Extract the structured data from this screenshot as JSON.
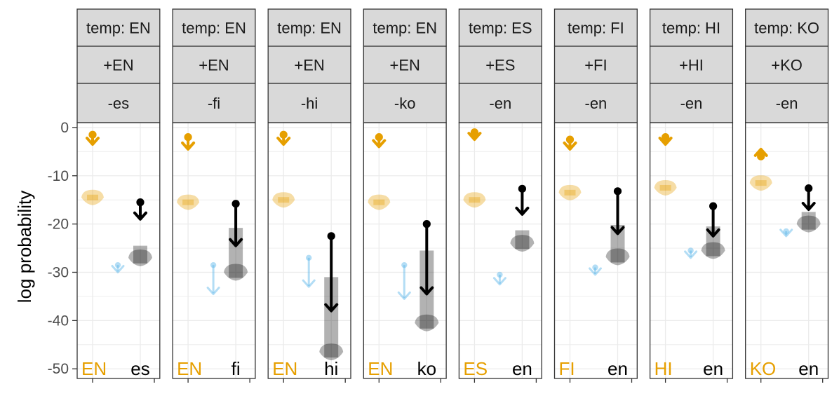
{
  "chart_data": {
    "type": "faceted-point-range",
    "ylabel": "log probability",
    "ylim": [
      -52,
      1
    ],
    "yticks": [
      0,
      -10,
      -20,
      -30,
      -40,
      -50
    ],
    "ytick_labels": [
      "0",
      "-10",
      "-20",
      "-30",
      "-40",
      "-50"
    ],
    "grid": true,
    "colors": {
      "template_lang": "#E69F00",
      "added_lang": "#56B4E9",
      "target_lang": "#000000",
      "strip_fill": "#d9d9d9",
      "strip_border": "#333333"
    },
    "panels": [
      {
        "strip": [
          "temp: EN",
          "+EN",
          "-es"
        ],
        "left_label": "EN",
        "right_label": "es",
        "tmpl_arrow": [
          -1.5,
          -3.5
        ],
        "tmpl_dist": -14.5,
        "blue": [
          -28.5,
          -30
        ],
        "black_arrow": [
          -15.5,
          -19
        ],
        "black_dist": -27,
        "black_bar_top": -24.5
      },
      {
        "strip": [
          "temp: EN",
          "+EN",
          "-fi"
        ],
        "left_label": "EN",
        "right_label": "fi",
        "tmpl_arrow": [
          -2,
          -4.5
        ],
        "tmpl_dist": -15.5,
        "blue": [
          -28.5,
          -34.5
        ],
        "black_arrow": [
          -15.8,
          -24.5
        ],
        "black_dist": -30,
        "black_bar_top": -20.8
      },
      {
        "strip": [
          "temp: EN",
          "+EN",
          "-hi"
        ],
        "left_label": "EN",
        "right_label": "hi",
        "tmpl_arrow": [
          -1.5,
          -3.5
        ],
        "tmpl_dist": -15,
        "blue": [
          -27,
          -33
        ],
        "black_arrow": [
          -22.5,
          -38
        ],
        "black_dist": -46.5,
        "black_bar_top": -31
      },
      {
        "strip": [
          "temp: EN",
          "+EN",
          "-ko"
        ],
        "left_label": "EN",
        "right_label": "ko",
        "tmpl_arrow": [
          -2,
          -4
        ],
        "tmpl_dist": -15.5,
        "blue": [
          -28.5,
          -35.5
        ],
        "black_arrow": [
          -20,
          -34.5
        ],
        "black_dist": -40.5,
        "black_bar_top": -25.5
      },
      {
        "strip": [
          "temp: ES",
          "+ES",
          "-en"
        ],
        "left_label": "ES",
        "right_label": "en",
        "tmpl_arrow": [
          -1,
          -2.5
        ],
        "tmpl_dist": -15,
        "blue": [
          -30.5,
          -32.5
        ],
        "black_arrow": [
          -12.7,
          -18
        ],
        "black_dist": -24,
        "black_bar_top": -21.3
      },
      {
        "strip": [
          "temp: FI",
          "+FI",
          "-en"
        ],
        "left_label": "FI",
        "right_label": "en",
        "tmpl_arrow": [
          -2.5,
          -4.5
        ],
        "tmpl_dist": -13.5,
        "blue": [
          -29,
          -30.5
        ],
        "black_arrow": [
          -13.2,
          -22
        ],
        "black_dist": -26.8,
        "black_bar_top": -20.2
      },
      {
        "strip": [
          "temp: HI",
          "+HI",
          "-en"
        ],
        "left_label": "HI",
        "right_label": "en",
        "tmpl_arrow": [
          -2,
          -3.5
        ],
        "tmpl_dist": -12.5,
        "blue": [
          -25.5,
          -27
        ],
        "black_arrow": [
          -16.3,
          -22.5
        ],
        "black_dist": -25.5,
        "black_bar_top": -20.5
      },
      {
        "strip": [
          "temp: KO",
          "+KO",
          "-en"
        ],
        "left_label": "KO",
        "right_label": "en",
        "tmpl_arrow": [
          -6,
          -4.5
        ],
        "tmpl_dist": -11.5,
        "blue": [
          -21.5,
          -22.5
        ],
        "black_arrow": [
          -12.6,
          -17
        ],
        "black_dist": -20,
        "black_bar_top": -17.5
      }
    ]
  }
}
